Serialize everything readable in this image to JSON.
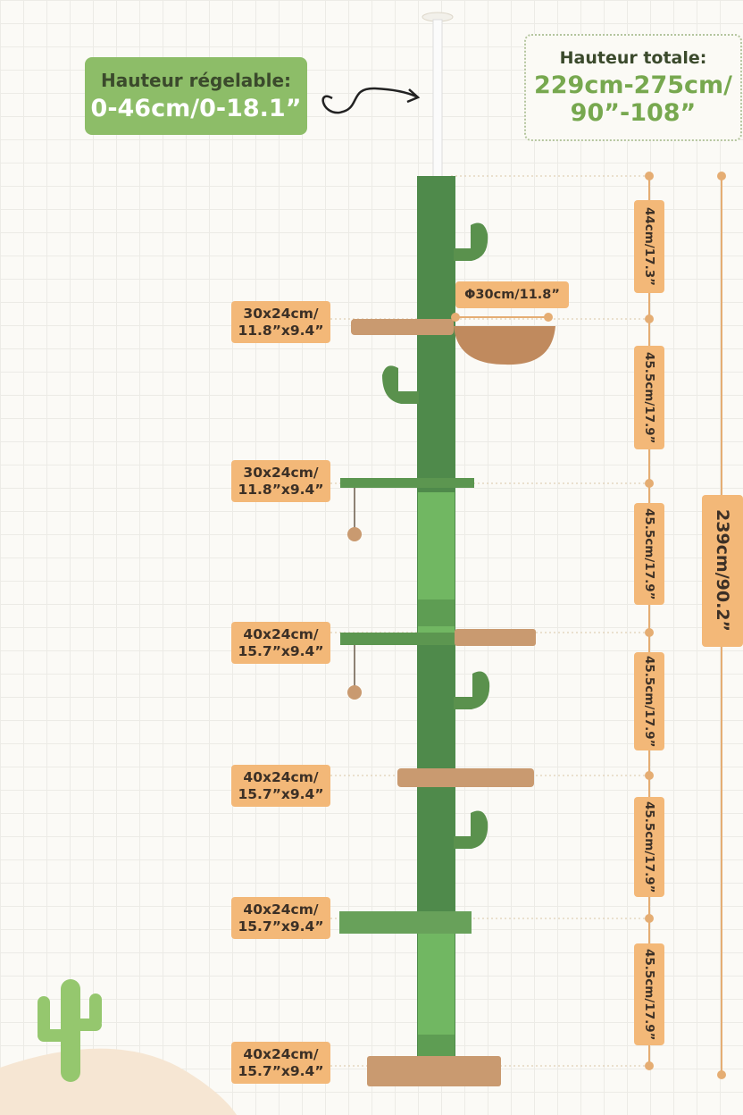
{
  "adjustable": {
    "label": "Hauteur régelable:",
    "value": "0-46cm/0-18.1”"
  },
  "total": {
    "label": "Hauteur totale:",
    "line1": "229cm-275cm/",
    "line2": "90”-108”"
  },
  "basket_diameter": "Φ30cm/11.8”",
  "platforms": [
    {
      "line1": "30x24cm/",
      "line2": "11.8”x9.4”"
    },
    {
      "line1": "30x24cm/",
      "line2": "11.8”x9.4”"
    },
    {
      "line1": "40x24cm/",
      "line2": "15.7”x9.4”"
    },
    {
      "line1": "40x24cm/",
      "line2": "15.7”x9.4”"
    },
    {
      "line1": "40x24cm/",
      "line2": "15.7”x9.4”"
    },
    {
      "line1": "40x24cm/",
      "line2": "15.7”x9.4”"
    }
  ],
  "segments": [
    "44cm/17.3”",
    "45.5cm/17.9”",
    "45.5cm/17.9”",
    "45.5cm/17.9”",
    "45.5cm/17.9”",
    "45.5cm/17.9”"
  ],
  "total_height": "239cm/90.2”",
  "colors": {
    "green_box": "#8dbd68",
    "label_orange": "#f3b878",
    "cactus_green": "#4e8a4a",
    "sisal_green": "#6fb35f",
    "plush_beige": "#c99a70"
  }
}
